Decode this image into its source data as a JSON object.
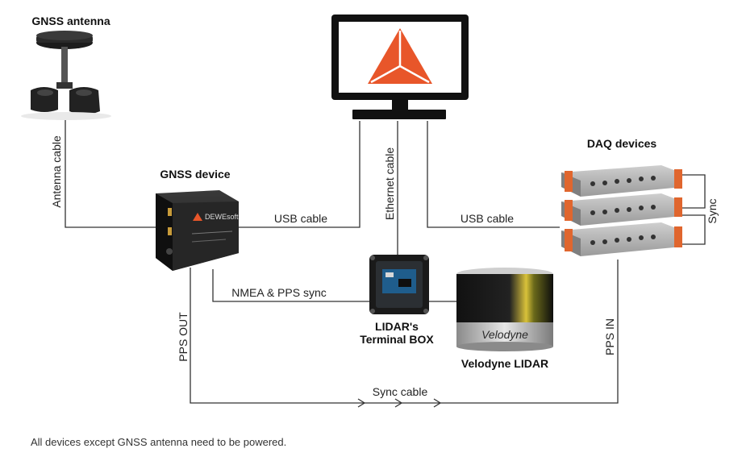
{
  "labels": {
    "gnss_antenna": "GNSS antenna",
    "gnss_device": "GNSS device",
    "daq_devices": "DAQ devices",
    "lidar_box_line1": "LIDAR's",
    "lidar_box_line2": "Terminal BOX",
    "velodyne_lidar": "Velodyne LIDAR"
  },
  "cables": {
    "antenna": "Antenna cable",
    "usb_left": "USB cable",
    "usb_right": "USB cable",
    "ethernet": "Ethernet cable",
    "nmea": "NMEA & PPS sync",
    "pps_out": "PPS OUT",
    "pps_in": "PPS IN",
    "sync_cable": "Sync cable",
    "sync_daq": "Sync"
  },
  "device_text": {
    "gnss_brand": "DEWEsoft",
    "velodyne_brand": "Velodyne"
  },
  "footer": {
    "note": "All devices except GNSS antenna need to be powered."
  },
  "colors": {
    "dewesoft_orange": "#e8562a",
    "daq_orange": "#e0662e"
  }
}
